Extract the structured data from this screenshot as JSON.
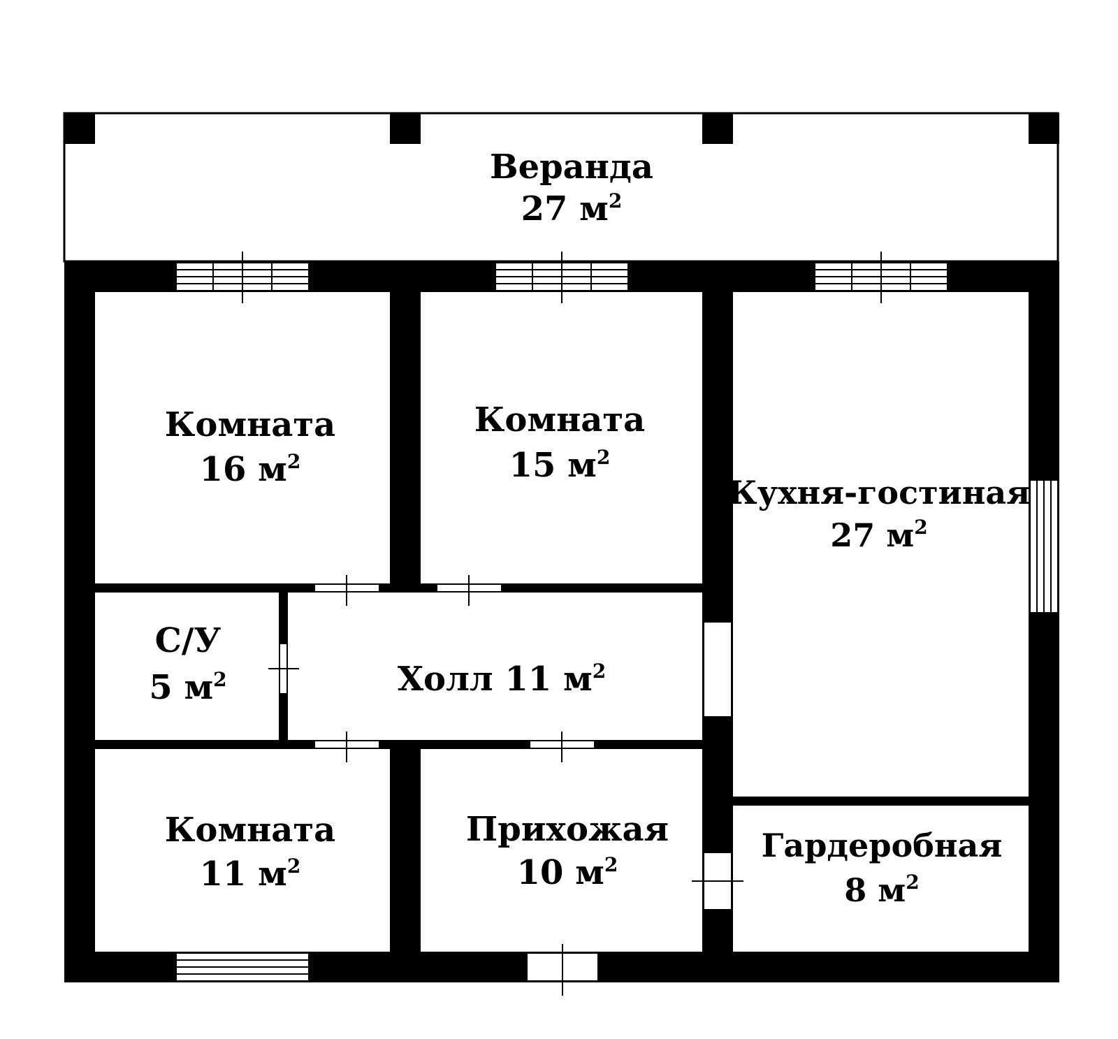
{
  "colors": {
    "wall": "#000000",
    "background": "#ffffff",
    "text": "#000000"
  },
  "unit": "м",
  "unit_power": "2",
  "rooms": {
    "veranda": {
      "name": "Веранда",
      "area": "27"
    },
    "room1": {
      "name": "Комната",
      "area": "16"
    },
    "room2": {
      "name": "Комната",
      "area": "15"
    },
    "kitchen": {
      "name": "Кухня-гостиная",
      "area": "27"
    },
    "bath": {
      "name": "С/У",
      "area": "5"
    },
    "hall": {
      "name": "Холл",
      "area": "11"
    },
    "room3": {
      "name": "Комната",
      "area": "11"
    },
    "entrance": {
      "name": "Прихожая",
      "area": "10"
    },
    "wardrobe": {
      "name": "Гардеробная",
      "area": "8"
    }
  }
}
